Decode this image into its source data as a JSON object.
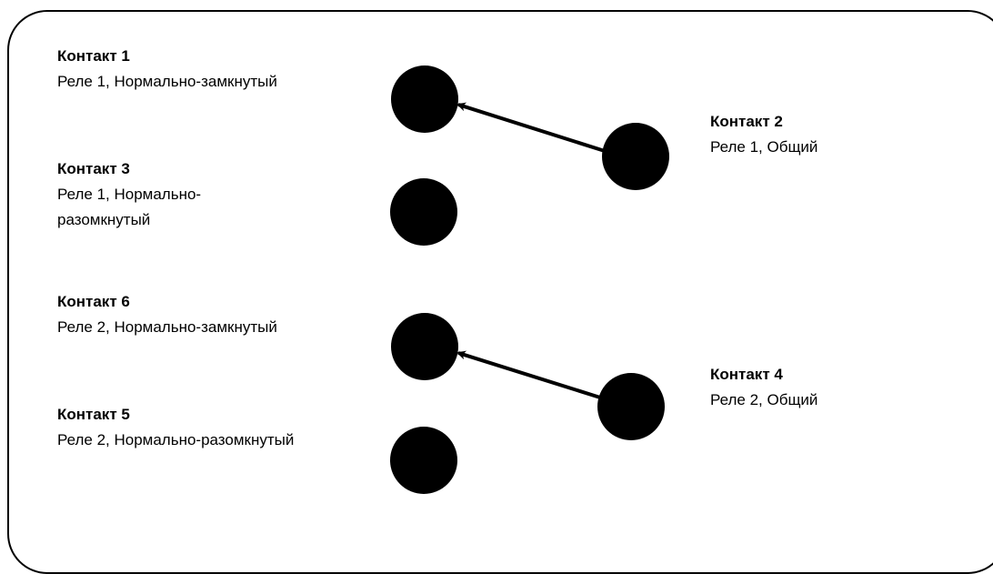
{
  "contacts": [
    {
      "title": "Контакт 1",
      "desc": "Реле 1, Нормально-замкнутый"
    },
    {
      "title": "Контакт 2",
      "desc": "Реле 1, Общий"
    },
    {
      "title": "Контакт 3",
      "desc": "Реле 1, Нормально-разомкнутый"
    },
    {
      "title": "Контакт 4",
      "desc": "Реле 2, Общий"
    },
    {
      "title": "Контакт 5",
      "desc": "Реле 2, Нормально-разомкнутый"
    },
    {
      "title": "Контакт 6",
      "desc": "Реле 2, Нормально-замкнутый"
    }
  ],
  "colors": {
    "node": "#000000",
    "arrow": "#000000",
    "frame": "#000000"
  }
}
